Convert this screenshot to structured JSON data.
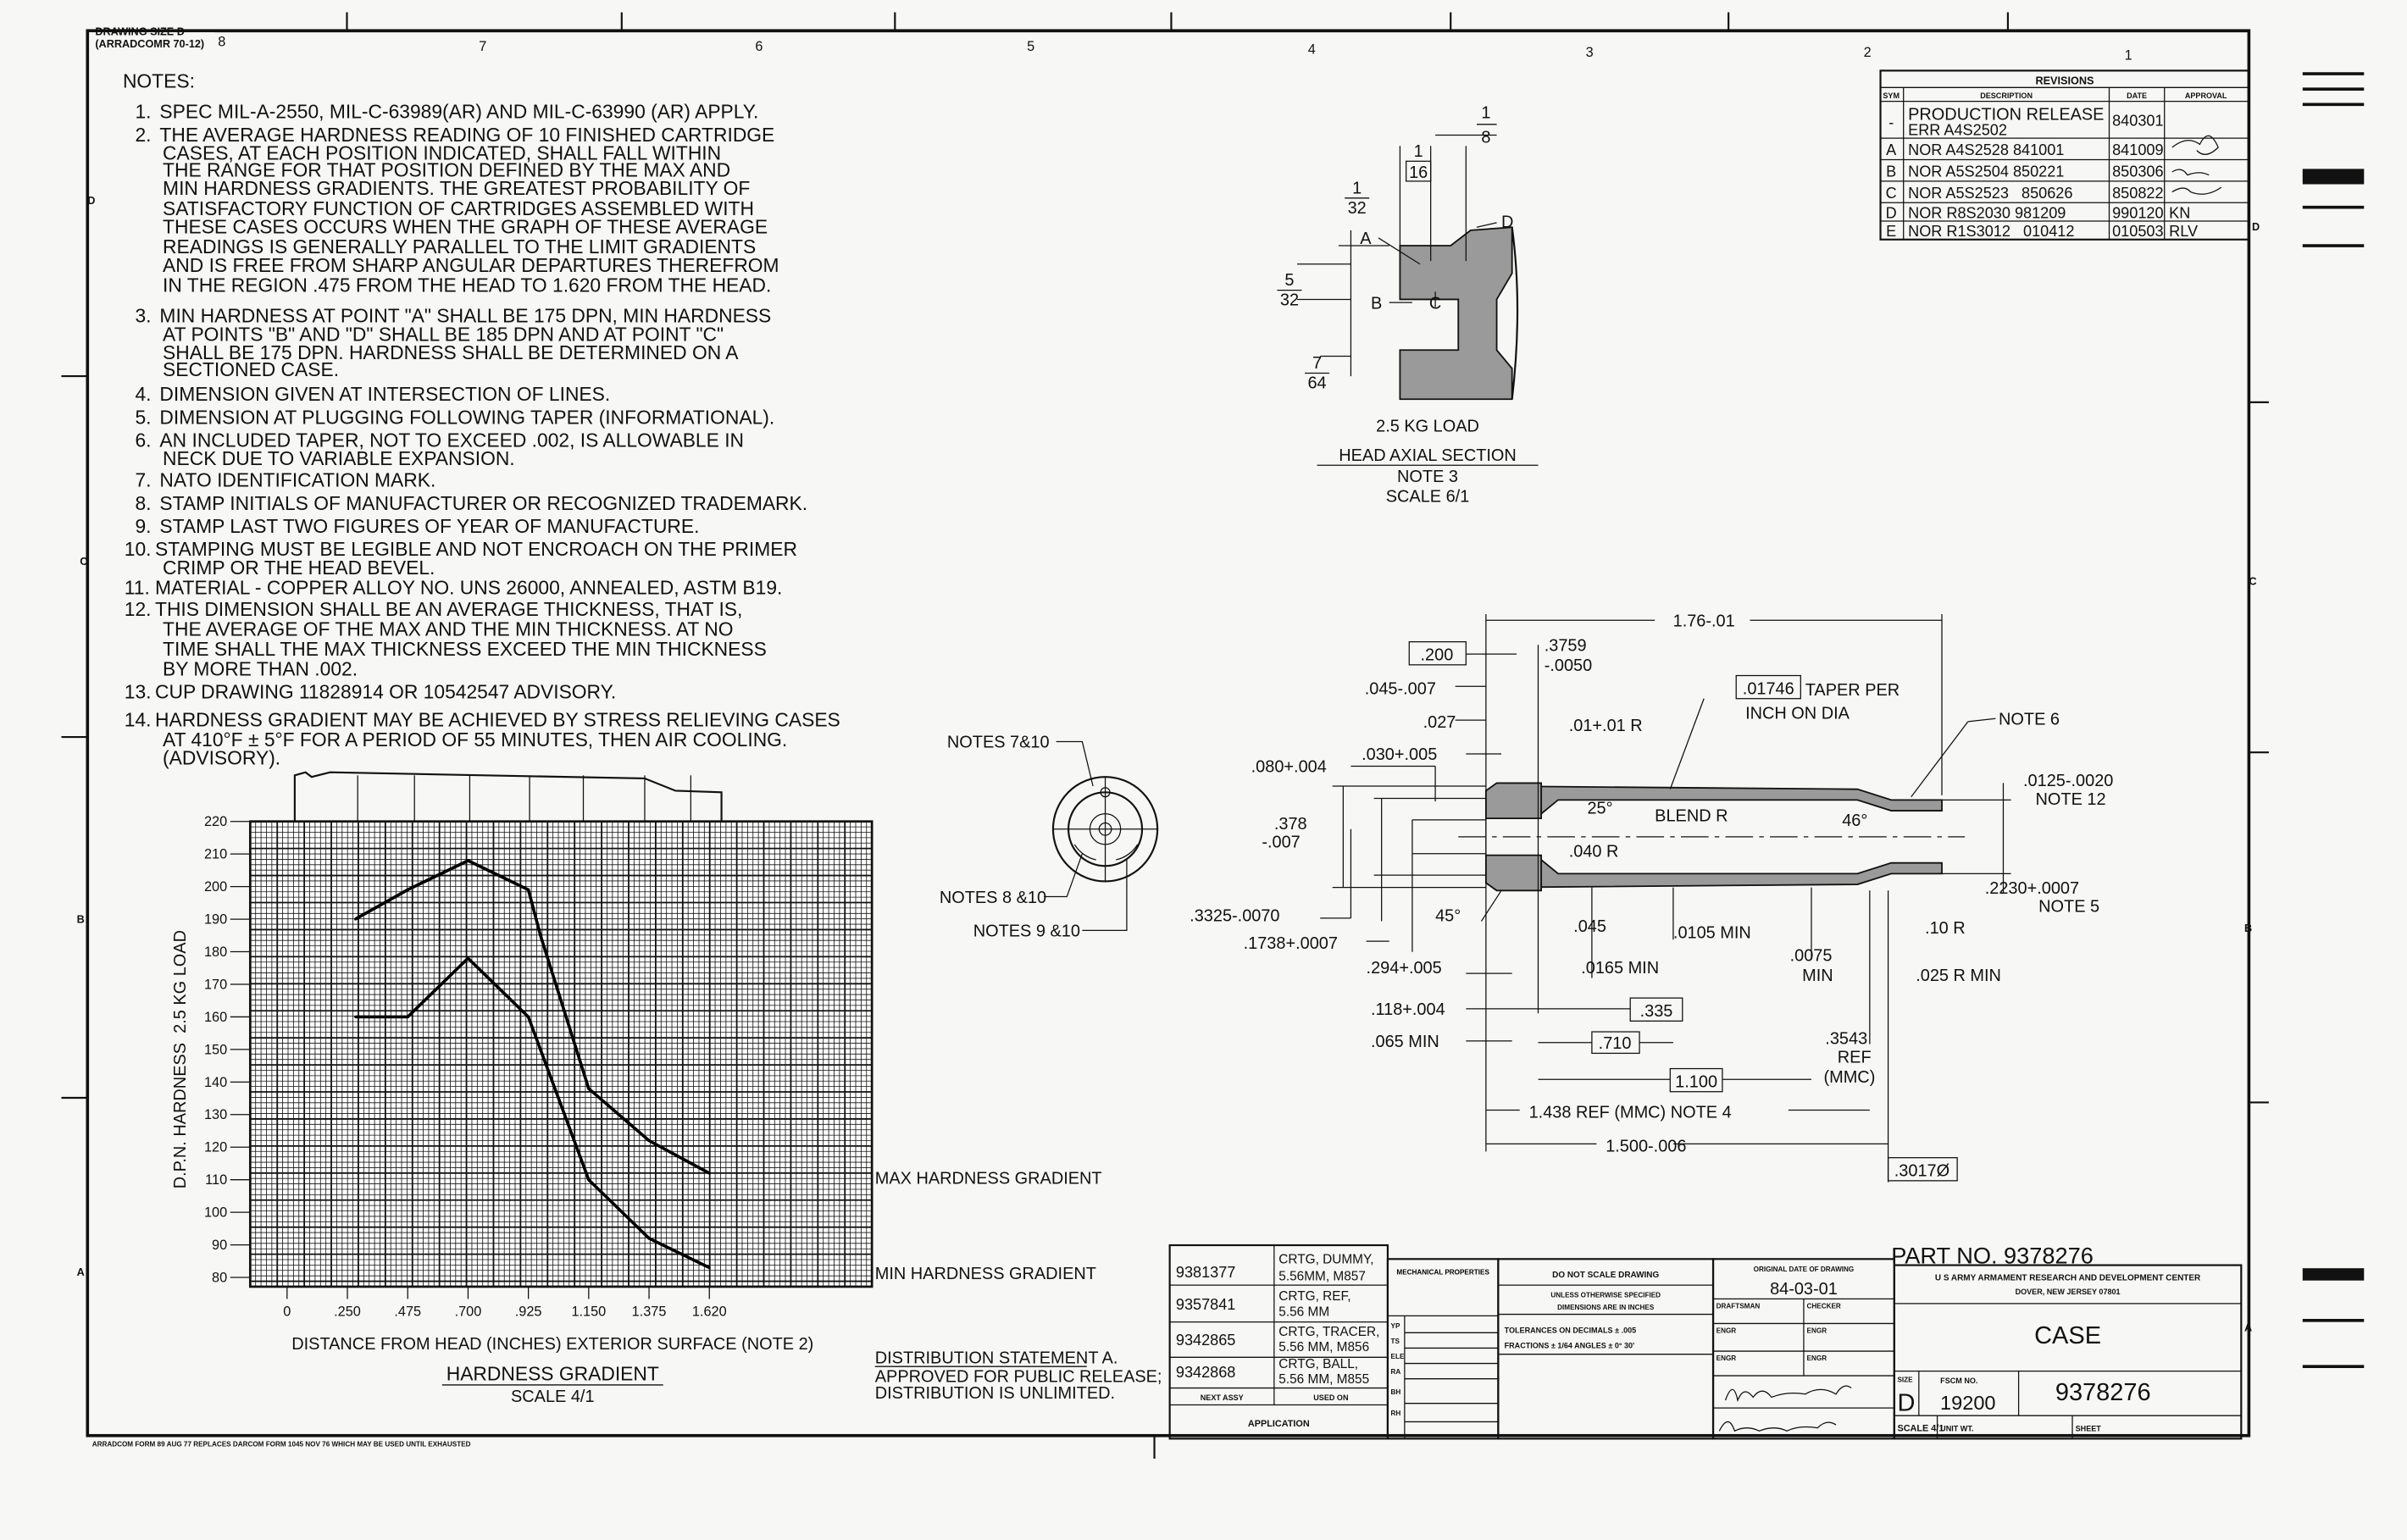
{
  "sheet": {
    "size_label": "DRAWING SIZE D",
    "size_ref": "(ARRADCOMR 70-12)",
    "zones_top": [
      "8",
      "7",
      "6",
      "5",
      "4",
      "3",
      "2",
      "1"
    ],
    "zones_side": [
      "D",
      "C",
      "B",
      "A"
    ],
    "form_footer": "ARRADCOM FORM 89 AUG 77 REPLACES DARCOM FORM 1045 NOV 76 WHICH MAY BE USED UNTIL EXHAUSTED"
  },
  "notes": {
    "title": "NOTES:",
    "items": [
      {
        "num": "1.",
        "lines": [
          "SPEC MIL-A-2550, MIL-C-63989(AR) AND MIL-C-63990 (AR) APPLY."
        ]
      },
      {
        "num": "2.",
        "lines": [
          "THE AVERAGE HARDNESS READING OF 10 FINISHED CARTRIDGE",
          "CASES, AT EACH POSITION INDICATED, SHALL FALL WITHIN",
          "THE RANGE FOR THAT POSITION DEFINED BY THE MAX AND",
          "MIN HARDNESS GRADIENTS. THE GREATEST PROBABILITY OF",
          "SATISFACTORY FUNCTION OF CARTRIDGES ASSEMBLED WITH",
          "THESE CASES OCCURS WHEN THE GRAPH OF THESE AVERAGE",
          "READINGS IS GENERALLY PARALLEL TO THE LIMIT GRADIENTS",
          "AND IS FREE FROM SHARP ANGULAR DEPARTURES THEREFROM",
          "IN THE REGION .475 FROM THE HEAD TO 1.620 FROM THE HEAD."
        ]
      },
      {
        "num": "3.",
        "lines": [
          "MIN HARDNESS AT POINT \"A\" SHALL BE 175 DPN, MIN HARDNESS",
          "AT POINTS \"B\" AND \"D\" SHALL BE 185 DPN AND AT POINT \"C\"",
          "SHALL BE 175 DPN. HARDNESS SHALL BE DETERMINED ON A",
          "SECTIONED CASE."
        ]
      },
      {
        "num": "4.",
        "lines": [
          "DIMENSION GIVEN AT INTERSECTION OF LINES."
        ]
      },
      {
        "num": "5.",
        "lines": [
          "DIMENSION AT PLUGGING FOLLOWING TAPER (INFORMATIONAL)."
        ]
      },
      {
        "num": "6.",
        "lines": [
          "AN INCLUDED TAPER, NOT TO EXCEED .002, IS ALLOWABLE IN",
          "NECK DUE TO VARIABLE EXPANSION."
        ]
      },
      {
        "num": "7.",
        "lines": [
          "NATO IDENTIFICATION MARK."
        ]
      },
      {
        "num": "8.",
        "lines": [
          "STAMP INITIALS OF MANUFACTURER OR RECOGNIZED TRADEMARK."
        ]
      },
      {
        "num": "9.",
        "lines": [
          "STAMP LAST TWO FIGURES OF YEAR OF MANUFACTURE."
        ]
      },
      {
        "num": "10.",
        "lines": [
          "STAMPING MUST BE LEGIBLE AND NOT ENCROACH ON THE PRIMER",
          "CRIMP OR THE HEAD BEVEL."
        ]
      },
      {
        "num": "11.",
        "lines": [
          "MATERIAL - COPPER ALLOY NO. UNS 26000, ANNEALED, ASTM B19."
        ]
      },
      {
        "num": "12.",
        "lines": [
          "THIS DIMENSION SHALL BE AN AVERAGE THICKNESS, THAT IS,",
          "THE AVERAGE OF THE MAX AND THE MIN THICKNESS. AT NO",
          "TIME SHALL THE MAX THICKNESS EXCEED THE MIN THICKNESS",
          "BY MORE THAN .002."
        ]
      },
      {
        "num": "13.",
        "lines": [
          "CUP DRAWING 11828914 OR 10542547 ADVISORY."
        ]
      },
      {
        "num": "14.",
        "lines": [
          "HARDNESS GRADIENT MAY BE ACHIEVED BY STRESS RELIEVING CASES",
          "AT 410°F ± 5°F FOR A PERIOD OF 55 MINUTES, THEN AIR COOLING.",
          "(ADVISORY)."
        ]
      }
    ]
  },
  "revisions": {
    "title": "REVISIONS",
    "headers": [
      "SYM",
      "DESCRIPTION",
      "DATE",
      "APPROVAL"
    ],
    "rows": [
      {
        "sym": "-",
        "desc": [
          "PRODUCTION RELEASE",
          "ERR A4S2502"
        ],
        "date": "840301",
        "approval": ""
      },
      {
        "sym": "A",
        "desc": [
          "NOR A4S2528 841001"
        ],
        "date": "841009",
        "approval": ""
      },
      {
        "sym": "B",
        "desc": [
          "NOR A5S2504 850221"
        ],
        "date": "850306",
        "approval": ""
      },
      {
        "sym": "C",
        "desc": [
          "NOR A5S2523   850626"
        ],
        "date": "850822",
        "approval": ""
      },
      {
        "sym": "D",
        "desc": [
          "NOR R8S2030 981209"
        ],
        "date": "990120",
        "approval": "KN"
      },
      {
        "sym": "E",
        "desc": [
          "NOR R1S3012   010412"
        ],
        "date": "010503",
        "approval": "RLV"
      }
    ]
  },
  "head_section": {
    "fractions": [
      [
        "1",
        "8"
      ],
      [
        "1",
        "16"
      ],
      [
        "1",
        "32"
      ],
      [
        "5",
        "32"
      ],
      [
        "7",
        "64"
      ]
    ],
    "points": [
      "A",
      "B",
      "C",
      "D"
    ],
    "load": "2.5 KG LOAD",
    "title": "HEAD AXIAL SECTION",
    "note": "NOTE 3",
    "scale": "SCALE 6/1"
  },
  "head_view": {
    "labels": [
      "NOTES 7&10",
      "NOTES 8 &10",
      "NOTES 9 &10"
    ]
  },
  "main_section": {
    "dims": [
      "1.76-.01",
      ".200",
      ".3759",
      "-.0050",
      ".045-.007",
      ".027",
      ".01+.01 R",
      ".01746",
      "TAPER PER",
      "INCH ON DIA",
      "NOTE 6",
      ".030+.005",
      ".080+.004",
      ".0125-.0020",
      "NOTE 12",
      "25°",
      "BLEND R",
      "46°",
      ".378",
      "-.007",
      ".040 R",
      ".2230+.0007",
      "NOTE 5",
      "45°",
      ".045",
      ".0105 MIN",
      ".3325-.0070",
      ".10 R",
      ".1738+.0007",
      ".0075",
      "MIN",
      ".294+.005",
      ".0165 MIN",
      ".025 R MIN",
      ".118+.004",
      ".335",
      ".065 MIN",
      ".710",
      ".3543",
      "REF",
      "(MMC)",
      "1.100",
      "1.438 REF (MMC) NOTE 4",
      "1.500-.006",
      ".3017Ø"
    ]
  },
  "chart_data": {
    "type": "line",
    "title": "HARDNESS GRADIENT",
    "subtitle": "SCALE 4/1",
    "xlabel": "DISTANCE FROM HEAD (INCHES) EXTERIOR SURFACE (NOTE 2)",
    "ylabel": "D.P.N. HARDNESS  2.5 KG LOAD",
    "x_ticks": [
      "0",
      ".250",
      ".475",
      ".700",
      ".925",
      "1.150",
      "1.375",
      "1.620"
    ],
    "x_tick_values": [
      0,
      0.25,
      0.475,
      0.7,
      0.925,
      1.15,
      1.375,
      1.62
    ],
    "y_ticks": [
      220,
      210,
      200,
      190,
      180,
      170,
      160,
      150,
      140,
      130,
      120,
      110,
      100,
      90,
      80
    ],
    "ylim": [
      80,
      220
    ],
    "grid": true,
    "series": [
      {
        "name": "MAX HARDNESS GRADIENT",
        "points": [
          [
            0.28,
            190
          ],
          [
            0.475,
            199
          ],
          [
            0.7,
            208
          ],
          [
            0.925,
            199
          ],
          [
            0.97,
            185
          ],
          [
            1.15,
            138
          ],
          [
            1.375,
            122
          ],
          [
            1.62,
            112
          ]
        ]
      },
      {
        "name": "MIN HARDNESS GRADIENT",
        "points": [
          [
            0.28,
            160
          ],
          [
            0.475,
            160
          ],
          [
            0.7,
            178
          ],
          [
            0.925,
            160
          ],
          [
            1.15,
            110
          ],
          [
            1.375,
            92
          ],
          [
            1.62,
            83
          ]
        ]
      }
    ]
  },
  "distribution": {
    "title": "DISTRIBUTION STATEMENT A.",
    "line1": "APPROVED FOR PUBLIC RELEASE;",
    "line2": "DISTRIBUTION IS UNLIMITED."
  },
  "title_block": {
    "part_no": "PART NO. 9378276",
    "application": [
      {
        "no": "9381377",
        "name": [
          "CRTG, DUMMY,",
          "5.56MM, M857"
        ]
      },
      {
        "no": "9357841",
        "name": [
          "CRTG, REF,",
          "5.56 MM"
        ]
      },
      {
        "no": "9342865",
        "name": [
          "CRTG, TRACER,",
          "5.56 MM, M856"
        ]
      },
      {
        "no": "9342868",
        "name": [
          "CRTG, BALL,",
          "5.56 MM, M855"
        ]
      }
    ],
    "next_assy": "NEXT ASSY",
    "used_on": "USED ON",
    "application_label": "APPLICATION",
    "mech_props": "MECHANICAL PROPERTIES",
    "mech_rows": [
      "YP",
      "TS",
      "ELE",
      "RA",
      "BH",
      "RH"
    ],
    "do_not_scale": "DO NOT SCALE DRAWING",
    "unless": "UNLESS OTHERWISE SPECIFIED",
    "dims_inches": "DIMENSIONS ARE IN INCHES",
    "tol_decimals": "TOLERANCES ON DECIMALS ± .005",
    "tol_fractions": "FRACTIONS ± 1/64  ANGLES ± 0° 30'",
    "orig_date_label": "ORIGINAL DATE OF DRAWING",
    "orig_date": "84-03-01",
    "draftsman": "DRAFTSMAN",
    "checker": "CHECKER",
    "engr": "ENGR",
    "org_line1": "U S ARMY ARMAMENT RESEARCH AND DEVELOPMENT CENTER",
    "org_line2": "DOVER, NEW JERSEY 07801",
    "title": "CASE",
    "size_label": "SIZE",
    "size": "D",
    "fscm_label": "FSCM NO.",
    "fscm": "19200",
    "dwg_no": "9378276",
    "scale": "SCALE 4/1",
    "unit_wt": "UNIT WT.",
    "sheet": "SHEET"
  }
}
